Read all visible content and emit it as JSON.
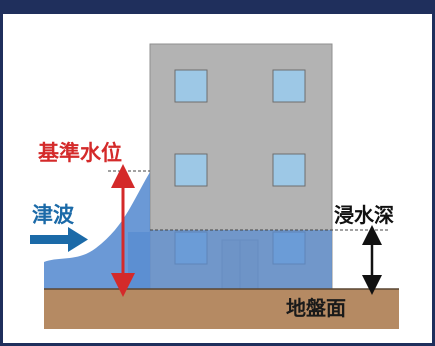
{
  "labels": {
    "reference_water_level": "基準水位",
    "tsunami": "津波",
    "inundation_depth": "浸水深",
    "ground_level": "地盤面"
  },
  "colors": {
    "frame": "#1f2f5c",
    "building": "#b3b3b3",
    "window": "#9dc8e6",
    "water": "#5b8ed1",
    "ground": "#b58a63",
    "red_arrow": "#d42a2a",
    "blue_arrow": "#1b6aa8",
    "black_arrow": "#111111"
  }
}
